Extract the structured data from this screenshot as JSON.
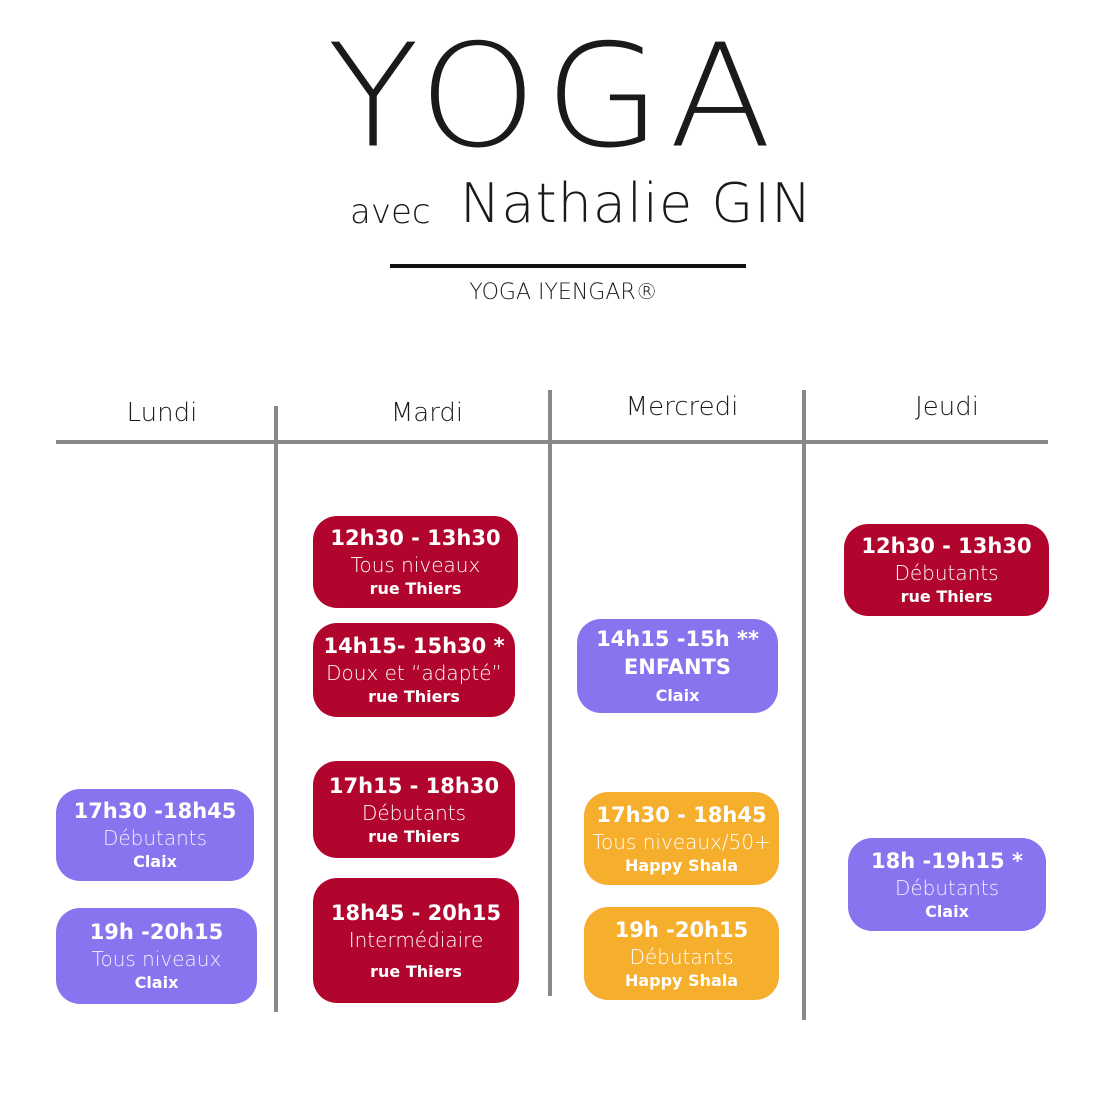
{
  "header": {
    "title": "YOGA",
    "avec": "avec",
    "teacher": "Nathalie GIN",
    "subtitle": "YOGA IYENGAR®"
  },
  "days": [
    "Lundi",
    "Mardi",
    "Mercredi",
    "Jeudi"
  ],
  "colors": {
    "red": "#b1052d",
    "purple": "#8973ee",
    "orange": "#f6ae2d",
    "divider": "#888888"
  },
  "classes": {
    "lundi_1": {
      "time": "17h30 -18h45",
      "level": "Débutants",
      "place": "Claix"
    },
    "lundi_2": {
      "time": "19h -20h15",
      "level": "Tous niveaux",
      "place": "Claix"
    },
    "mardi_1": {
      "time": "12h30 - 13h30",
      "level": "Tous niveaux",
      "place": "rue Thiers"
    },
    "mardi_2": {
      "time": "14h15- 15h30 *",
      "level": "Doux et “adapté”",
      "place": "rue Thiers"
    },
    "mardi_3": {
      "time": "17h15 - 18h30",
      "level": "Débutants",
      "place": "rue Thiers"
    },
    "mardi_4": {
      "time": "18h45 - 20h15",
      "level": "Intermédiaire",
      "place": "rue Thiers"
    },
    "mercredi_1": {
      "time": "14h15 -15h **",
      "level": "ENFANTS",
      "place": "Claix"
    },
    "mercredi_2": {
      "time": "17h30 - 18h45",
      "level": "Tous niveaux/50+",
      "place": "Happy Shala"
    },
    "mercredi_3": {
      "time": "19h -20h15",
      "level": "Débutants",
      "place": "Happy Shala"
    },
    "jeudi_1": {
      "time": "12h30 - 13h30",
      "level": "Débutants",
      "place": "rue Thiers"
    },
    "jeudi_2": {
      "time": "18h -19h15 *",
      "level": "Débutants",
      "place": "Claix"
    }
  }
}
